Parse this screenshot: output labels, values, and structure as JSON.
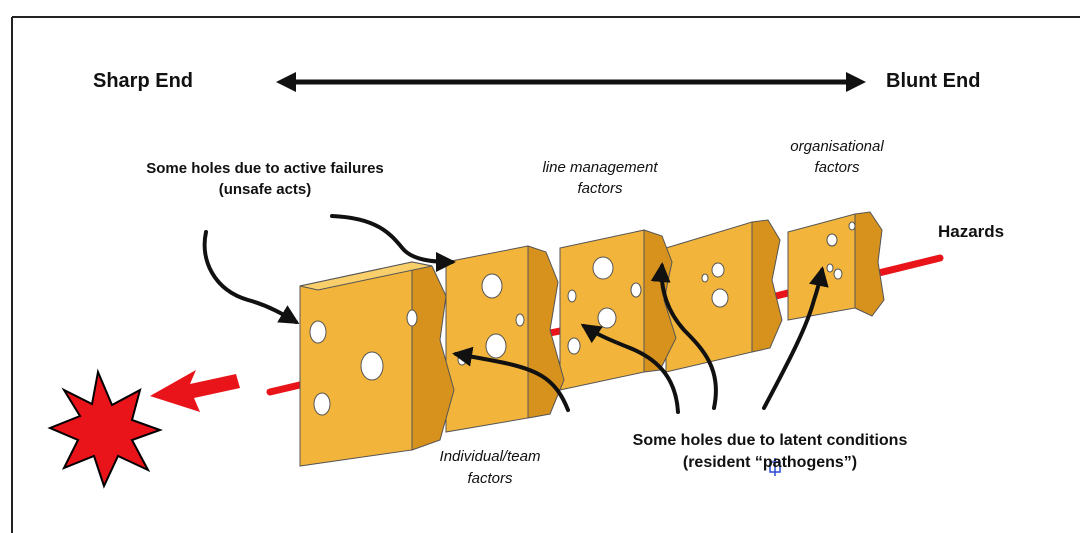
{
  "header": {
    "sharp_end": "Sharp End",
    "blunt_end": "Blunt End"
  },
  "labels": {
    "active_failures_line1": "Some holes due to active failures",
    "active_failures_line2": "(unsafe acts)",
    "line_management_line1": "line management",
    "line_management_line2": "factors",
    "organisational_line1": "organisational",
    "organisational_line2": "factors",
    "hazards": "Hazards",
    "latent_line1": "Some holes due to latent conditions",
    "latent_line2": "(resident “pathogens”)",
    "individual_line1": "Individual/team",
    "individual_line2": "factors"
  },
  "colors": {
    "cheese_face": "#f2b43a",
    "cheese_side": "#d7921d",
    "cheese_top": "#f8cf6a",
    "trajectory": "#e8141a",
    "accident_burst": "#e8141a",
    "arrow": "#111111"
  },
  "icons": {
    "accident": "explosion-burst-icon",
    "double_arrow": "double-headed-arrow-icon"
  }
}
